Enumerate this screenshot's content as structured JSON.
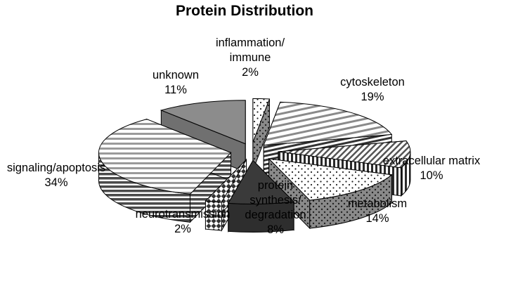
{
  "chart_data": {
    "type": "pie",
    "title": "Protein Distribution",
    "style": "3d-exploded",
    "slices": [
      {
        "label": "inflammation/ immune",
        "lines": [
          "inflammation/",
          "immune"
        ],
        "value": 2,
        "value_label": "2%",
        "pattern": "dots",
        "fill": "#ffffff"
      },
      {
        "label": "cytoskeleton",
        "lines": [
          "cytoskeleton"
        ],
        "value": 19,
        "value_label": "19%",
        "pattern": "diag-stripes",
        "fill": "#ffffff"
      },
      {
        "label": "extracellular matrix",
        "lines": [
          "extracellular matrix"
        ],
        "value": 10,
        "value_label": "10%",
        "pattern": "hatch",
        "fill": "#ffffff"
      },
      {
        "label": "metabolism",
        "lines": [
          "metabolism"
        ],
        "value": 14,
        "value_label": "14%",
        "pattern": "dots",
        "fill": "#ffffff"
      },
      {
        "label": "protein synthesis/ degradation",
        "lines": [
          "protein",
          "synthesis/",
          "degradation"
        ],
        "value": 8,
        "value_label": "8%",
        "pattern": "solid",
        "fill": "#3a3a3a"
      },
      {
        "label": "neurotransmission",
        "lines": [
          "neurotransmission"
        ],
        "value": 2,
        "value_label": "2%",
        "pattern": "checker",
        "fill": "#ffffff"
      },
      {
        "label": "signaling/apoptosis",
        "lines": [
          "signaling/apoptosis"
        ],
        "value": 34,
        "value_label": "34%",
        "pattern": "horiz-stripes",
        "fill": "#ffffff"
      },
      {
        "label": "unknown",
        "lines": [
          "unknown"
        ],
        "value": 11,
        "value_label": "11%",
        "pattern": "solid",
        "fill": "#8c8c8c"
      }
    ],
    "legend": "none"
  }
}
